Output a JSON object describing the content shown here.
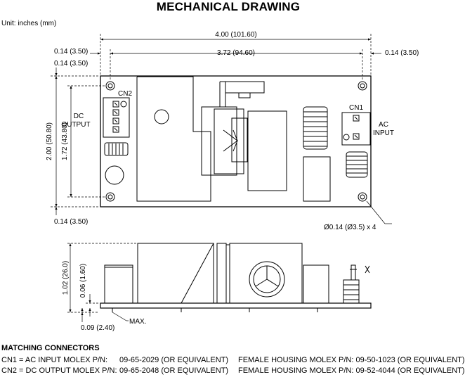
{
  "title": "MECHANICAL DRAWING",
  "unit": "Unit: inches (mm)",
  "dims": {
    "overall_width": "4.00 (101.60)",
    "hole_spacing_width": "3.72 (94.60)",
    "left_offset": "0.14 (3.50)",
    "left_offset_vertical": "0.14 (3.50)",
    "right_offset": "0.14 (3.50)",
    "overall_height": "2.00 (50.80)",
    "hole_spacing_height": "1.72 (43.80)",
    "bottom_offset": "0.14 (3.50)",
    "hole_spec": "Ø0.14 (Ø3.5) x 4",
    "side_height": "1.02 (26.0)",
    "board_thickness": "0.06 (1.60)",
    "pin_length": "0.09 (2.40)",
    "max_label": "MAX."
  },
  "labels": {
    "cn2": "CN2",
    "cn1": "CN1",
    "dc_output_1": "DC",
    "dc_output_2": "OUTPUT",
    "ac_input_1": "AC",
    "ac_input_2": "INPUT"
  },
  "connectors": {
    "heading": "MATCHING CONNECTORS",
    "rows": [
      {
        "name": "CN1 = AC INPUT MOLEX P/N:",
        "part": "09-65-2029 (OR EQUIVALENT)",
        "housing": "FEMALE HOUSING MOLEX P/N: 09-50-1023 (OR EQUIVALENT)"
      },
      {
        "name": "CN2 = DC OUTPUT MOLEX P/N:",
        "part": "09-65-2048 (OR EQUIVALENT)",
        "housing": "FEMALE HOUSING MOLEX P/N: 09-52-4044 (OR EQUIVALENT)"
      }
    ]
  }
}
